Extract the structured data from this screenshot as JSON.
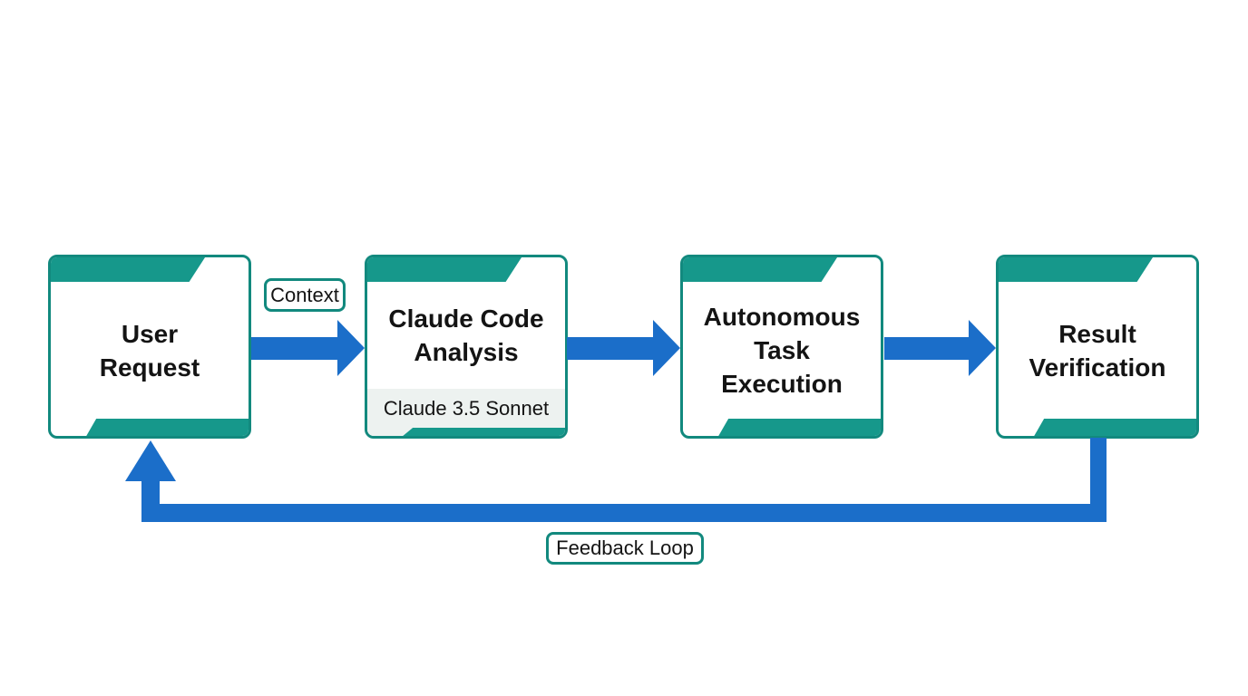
{
  "diagram": {
    "type": "flowchart",
    "background": "#ffffff",
    "colors": {
      "teal_band": "#16988b",
      "teal_border": "#12897e",
      "arrow_blue": "#1b6ec9",
      "subtitle_strip_bg": "#edf2f0",
      "text": "#141414"
    },
    "nodes": [
      {
        "id": "user-request",
        "title": "User\nRequest"
      },
      {
        "id": "claude-code-analysis",
        "title": "Claude Code\nAnalysis",
        "subtitle": "Claude 3.5 Sonnet"
      },
      {
        "id": "autonomous-task-execution",
        "title": "Autonomous\nTask\nExecution"
      },
      {
        "id": "result-verification",
        "title": "Result\nVerification"
      }
    ],
    "edge_labels": {
      "context": "Context",
      "feedback_loop": "Feedback Loop"
    }
  }
}
